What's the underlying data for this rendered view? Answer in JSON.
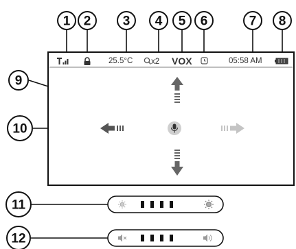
{
  "callouts": [
    "1",
    "2",
    "3",
    "4",
    "5",
    "6",
    "7",
    "8",
    "9",
    "10",
    "11",
    "12"
  ],
  "status_bar": {
    "temperature": "25.5°C",
    "zoom": "x2",
    "vox": "VOX",
    "time": "05:58 AM"
  },
  "icons": {
    "signal": "signal-icon",
    "lock": "lock-icon",
    "zoom": "magnifier-icon",
    "timer": "clock-icon",
    "battery": "battery-icon",
    "mic": "microphone-icon",
    "arrow_up": "arrow-up-icon",
    "arrow_down": "arrow-down-icon",
    "arrow_left": "arrow-left-icon",
    "arrow_right": "arrow-right-icon",
    "brightness_low": "sun-dim-icon",
    "brightness_high": "sun-bright-icon",
    "volume_mute": "speaker-mute-icon",
    "volume_high": "speaker-loud-icon"
  },
  "brightness_level": {
    "filled": 4,
    "total": 4
  },
  "volume_level": {
    "filled": 4,
    "total": 4
  },
  "colors": {
    "line": "#111111",
    "icon": "#555555",
    "faded": "#bbbbbb",
    "badge": "#cfcfcf"
  }
}
